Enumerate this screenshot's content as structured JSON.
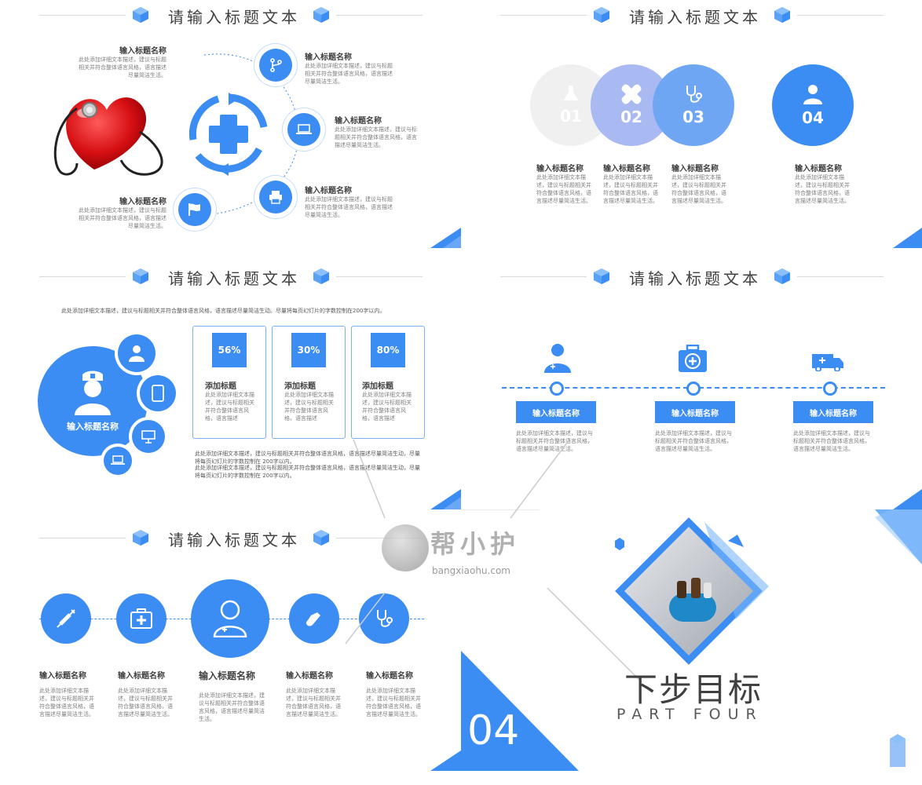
{
  "colors": {
    "accent": "#3b8cf3",
    "light_accent": "#a9b9f2",
    "gray": "#f0f0f0",
    "text": "#404040",
    "muted": "#7f7f7f"
  },
  "slide_title": "请输入标题文本",
  "heading": "输入标题名称",
  "desc_short": "此处添加详细文本描述，建议与标题相关并符合整体语言风格，语言描述尽量简洁生活。",
  "slide1": {
    "items": [
      {
        "title": "输入标题名称",
        "desc": "此处添加详细文本描述，建议与标题相关并符合整体语言风格，语言描述尽量简洁生活。",
        "icon": "branch-icon"
      },
      {
        "title": "输入标题名称",
        "desc": "此处添加详细文本描述，建议与标题相关并符合整体语言风格，语言描述尽量简洁生活。",
        "icon": "laptop-icon"
      },
      {
        "title": "输入标题名称",
        "desc": "此处添加详细文本描述，建议与标题相关并符合整体语言风格，语言描述尽量简洁生活。",
        "icon": "printer-icon"
      },
      {
        "title": "输入标题名称",
        "desc": "此处添加详细文本描述，建议与标题相关并符合整体语言风格，语言描述尽量简洁生活。",
        "icon": "flag-icon"
      }
    ],
    "left_top": {
      "title": "输入标题名称",
      "desc": "此处添加详细文本描述，建议与标题相关并符合整体语言风格，语言描述尽量简洁生活。"
    },
    "left_bottom": {
      "title": "输入标题名称",
      "desc": "此处添加详细文本描述，建议与标题相关并符合整体语言风格，语言描述尽量简洁生活。"
    }
  },
  "slide2": {
    "circles": [
      {
        "num": "01",
        "title": "输入标题名称",
        "desc": "此处添加详细文本描述，建议与标题相关并符合整体语言风格，语言描述尽量简洁生活。"
      },
      {
        "num": "02",
        "title": "输入标题名称",
        "desc": "此处添加详细文本描述，建议与标题相关并符合整体语言风格，语言描述尽量简洁生活。"
      },
      {
        "num": "03",
        "title": "输入标题名称",
        "desc": "此处添加详细文本描述，建议与标题相关并符合整体语言风格，语言描述尽量简洁生活。"
      },
      {
        "num": "04",
        "title": "输入标题名称",
        "desc": "此处添加详细文本描述，建议与标题相关并符合整体语言风格，语言描述尽量简洁生活。"
      }
    ]
  },
  "slide3": {
    "intro": "此处添加详细文本描述，建议与标题相关并符合整体语言风格，语言描述尽量简洁生动。尽量将每页幻灯片的字数控制在200字以内。",
    "center_label": "输入标题名称",
    "cards": [
      {
        "pct": "56%",
        "pct_value": 56,
        "title": "添加标题",
        "desc": "此处添加详细文本描述，建议与标题相关并符合整体语言风格，语言描述"
      },
      {
        "pct": "30%",
        "pct_value": 30,
        "title": "添加标题",
        "desc": "此处添加详细文本描述，建议与标题相关并符合整体语言风格，语言描述"
      },
      {
        "pct": "80%",
        "pct_value": 80,
        "title": "添加标题",
        "desc": "此处添加详细文本描述，建议与标题相关并符合整体语言风格，语言描述"
      }
    ],
    "bottom_text_1": "此处添加详细文本描述，建议与标题相关并符合整体语言风格，语言描述尽量简洁生动，尽量将每页幻灯片的字数控制在 200字以内。",
    "bottom_text_2": "此处添加详细文本描述，建议与标题相关并符合整体语言风格，语言描述尽量简洁生动，尽量将每页幻灯片的字数控制在 200字以内。"
  },
  "slide4": {
    "items": [
      {
        "label": "输入标题名称",
        "desc": "此处添加详细文本描述，建议与标题相关并符合整体语言风格，语言描述尽量简洁生活。",
        "icon": "doctor-icon"
      },
      {
        "label": "输入标题名称",
        "desc": "此处添加详细文本描述，建议与标题相关并符合整体语言风格，语言描述尽量简洁生活。",
        "icon": "medical-kit-icon"
      },
      {
        "label": "输入标题名称",
        "desc": "此处添加详细文本描述，建议与标题相关并符合整体语言风格，语言描述尽量简洁生活。",
        "icon": "ambulance-icon"
      }
    ]
  },
  "slide5": {
    "items": [
      {
        "title": "输入标题名称",
        "desc": "此处添加详细文本描述，建议与标题相关并符合整体语言风格，语言描述尽量简洁生活。",
        "icon": "syringe-icon"
      },
      {
        "title": "输入标题名称",
        "desc": "此处添加详细文本描述，建议与标题相关并符合整体语言风格，语言描述尽量简洁生活。",
        "icon": "medical-kit-icon"
      },
      {
        "title": "输入标题名称",
        "desc": "此处添加详细文本描述，建议与标题相关并符合整体语言风格，语言描述尽量简洁生活。",
        "icon": "doctor-icon"
      },
      {
        "title": "输入标题名称",
        "desc": "此处添加详细文本描述，建议与标题相关并符合整体语言风格，语言描述尽量简洁生活。",
        "icon": "test-tube-icon"
      },
      {
        "title": "输入标题名称",
        "desc": "此处添加详细文本描述，建议与标题相关并符合整体语言风格，语言描述尽量简洁生活。",
        "icon": "stethoscope-icon"
      }
    ]
  },
  "slide6": {
    "number": "04",
    "title": "下步目标",
    "subtitle": "PART FOUR"
  },
  "watermark": {
    "name": "帮小护",
    "url": "bangxiaohu.com"
  }
}
